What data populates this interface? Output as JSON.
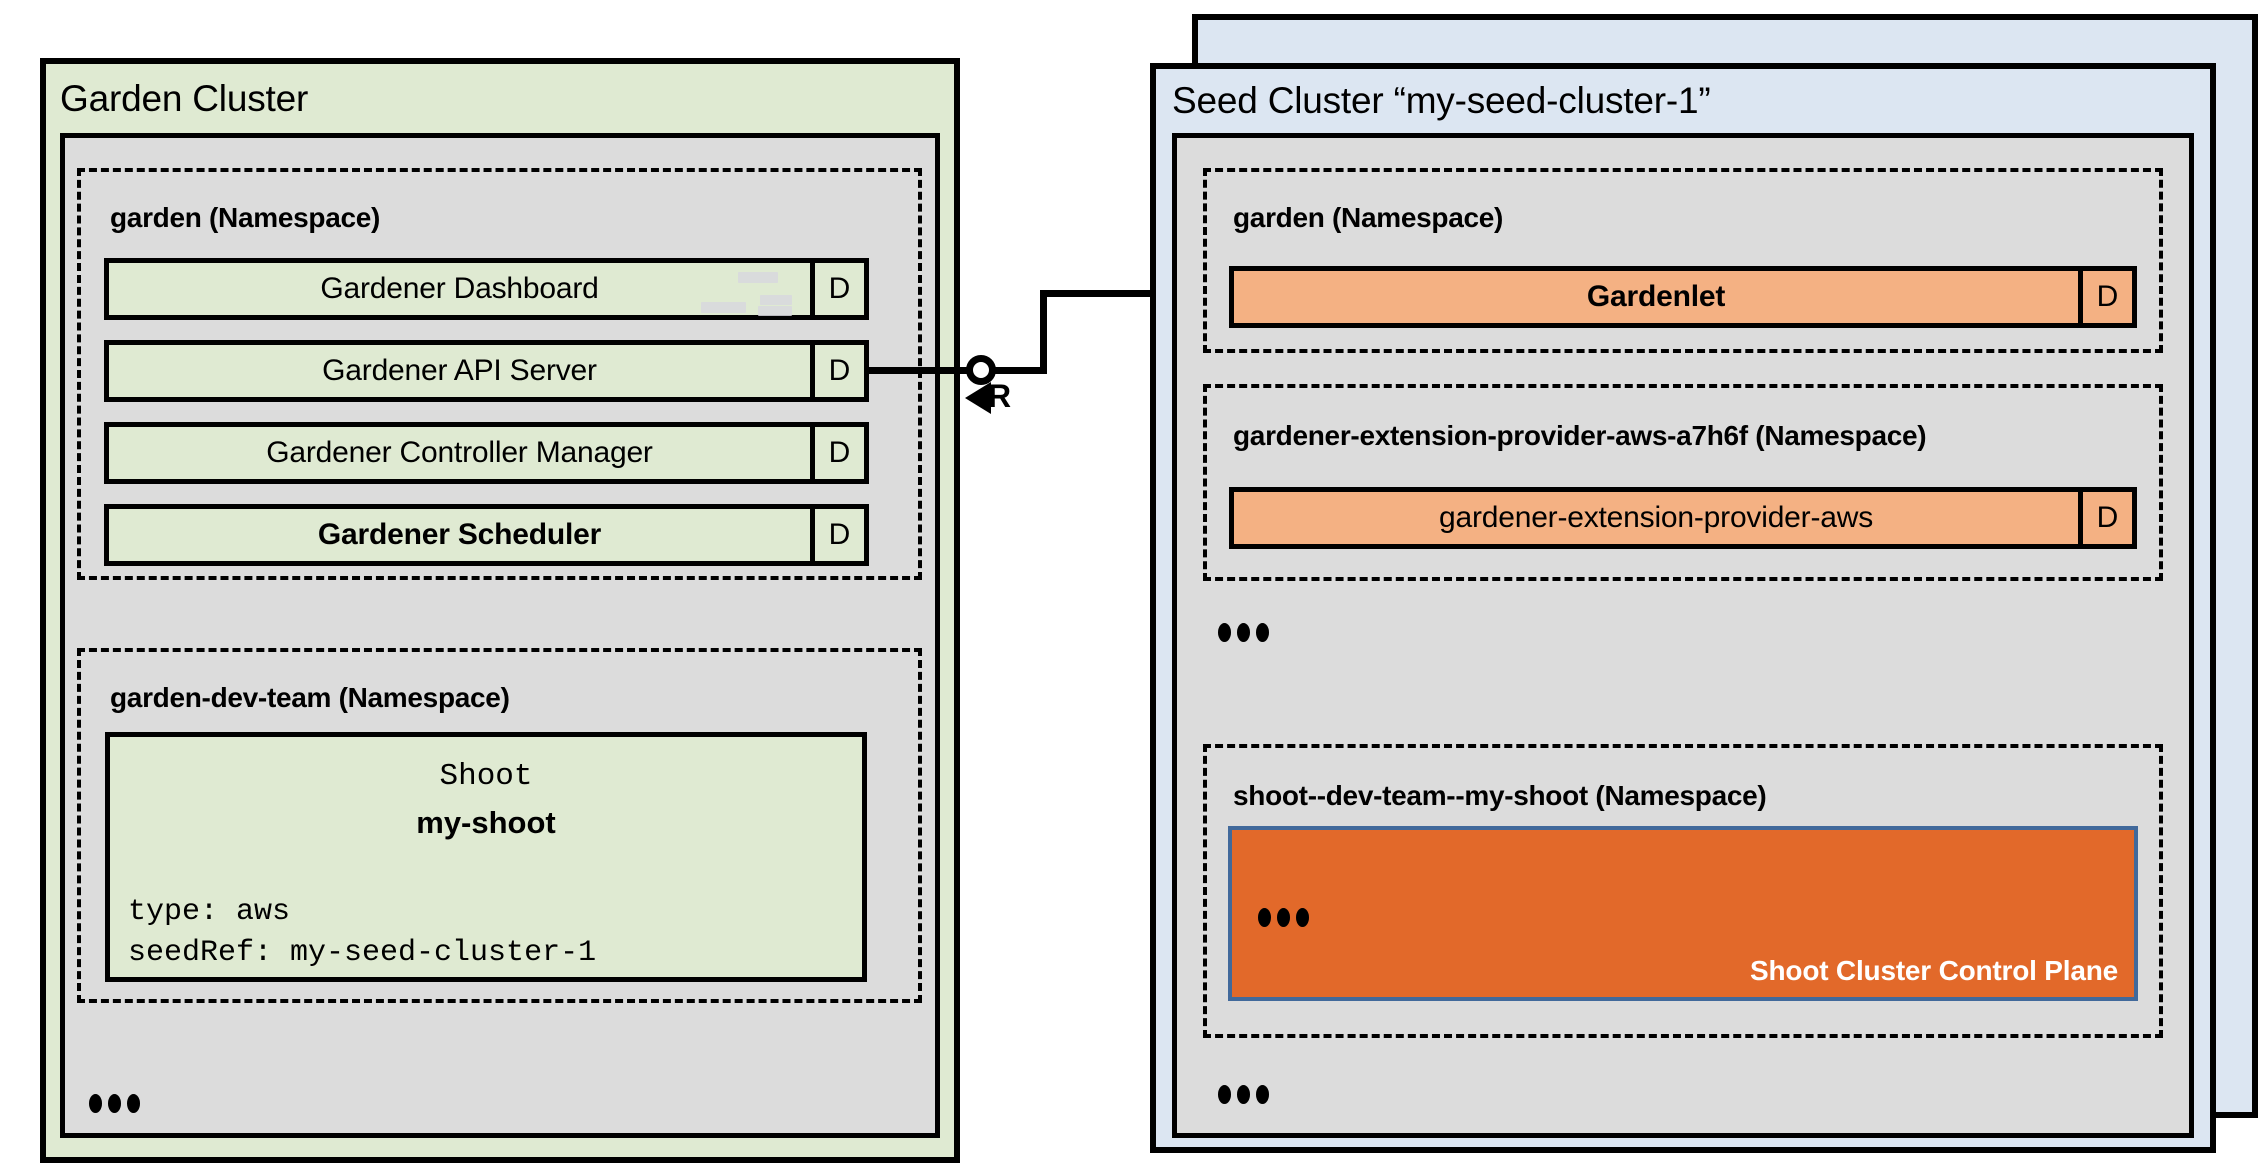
{
  "diagram": {
    "title_garden": "Garden Cluster",
    "title_seed": "Seed Cluster “my-seed-cluster-1”",
    "colors": {
      "garden_fill": "#dfead2",
      "seed_fill": "#dce6f2",
      "panel_fill": "#dcdcdc",
      "component_green": "#dfead2",
      "component_orange": "#f4b183",
      "control_plane": "#e2692a",
      "control_plane_border": "#41699b",
      "stroke": "#000000"
    }
  },
  "garden_cluster": {
    "title": "Garden Cluster",
    "namespaces": [
      {
        "name": "garden (Namespace)",
        "components": [
          {
            "label": "Gardener Dashboard",
            "badge": "D",
            "bold": false
          },
          {
            "label": "Gardener API Server",
            "badge": "D",
            "bold": false
          },
          {
            "label": "Gardener Controller Manager",
            "badge": "D",
            "bold": false
          },
          {
            "label": "Gardener Scheduler",
            "badge": "D",
            "bold": true
          }
        ]
      },
      {
        "name": "garden-dev-team (Namespace)",
        "shoot_resource": {
          "kind": "Shoot",
          "name": "my-shoot",
          "spec_lines": "type: aws\nseedRef: my-seed-cluster-1"
        }
      }
    ],
    "more_indicator": "•••"
  },
  "seed_cluster": {
    "title": "Seed Cluster “my-seed-cluster-1”",
    "namespaces": [
      {
        "name": "garden (Namespace)",
        "components": [
          {
            "label": "Gardenlet",
            "badge": "D",
            "bold": true
          }
        ]
      },
      {
        "name": "gardener-extension-provider-aws-a7h6f (Namespace)",
        "components": [
          {
            "label": "gardener-extension-provider-aws",
            "badge": "D",
            "bold": false
          }
        ]
      },
      {
        "name": "shoot--dev-team--my-shoot (Namespace)",
        "control_plane": {
          "label": "Shoot Cluster Control Plane",
          "more_indicator": "•••"
        }
      }
    ],
    "more_indicator_middle": "•••",
    "more_indicator_bottom": "•••"
  },
  "connection": {
    "label": "R",
    "from": "Gardener API Server",
    "to": "Gardenlet"
  }
}
